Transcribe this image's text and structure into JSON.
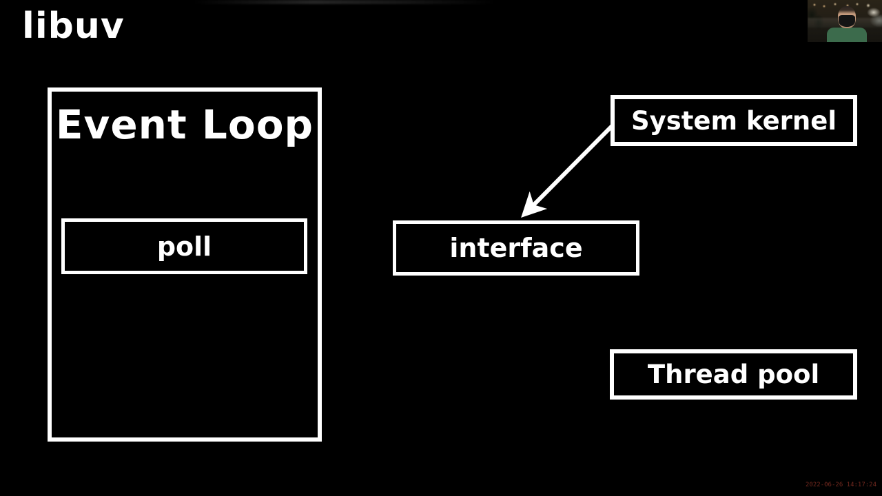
{
  "slide": {
    "title": "libuv",
    "event_loop": {
      "label": "Event Loop",
      "poll_label": "poll"
    },
    "interface_label": "interface",
    "system_kernel_label": "System kernel",
    "thread_pool_label": "Thread pool",
    "connections": [
      {
        "from": "System kernel",
        "to": "interface",
        "style": "arrow"
      }
    ],
    "colors": {
      "background": "#000000",
      "box_border": "#ffffff",
      "text": "#ffffff"
    }
  },
  "webcam": {
    "content": "presenter wearing black face mask, green shirt, gym background",
    "shirt_color": "#3c6b4c"
  },
  "overlay": {
    "timestamp": "2022-06-26 14:17:24",
    "timestamp_color": "#73291f"
  }
}
